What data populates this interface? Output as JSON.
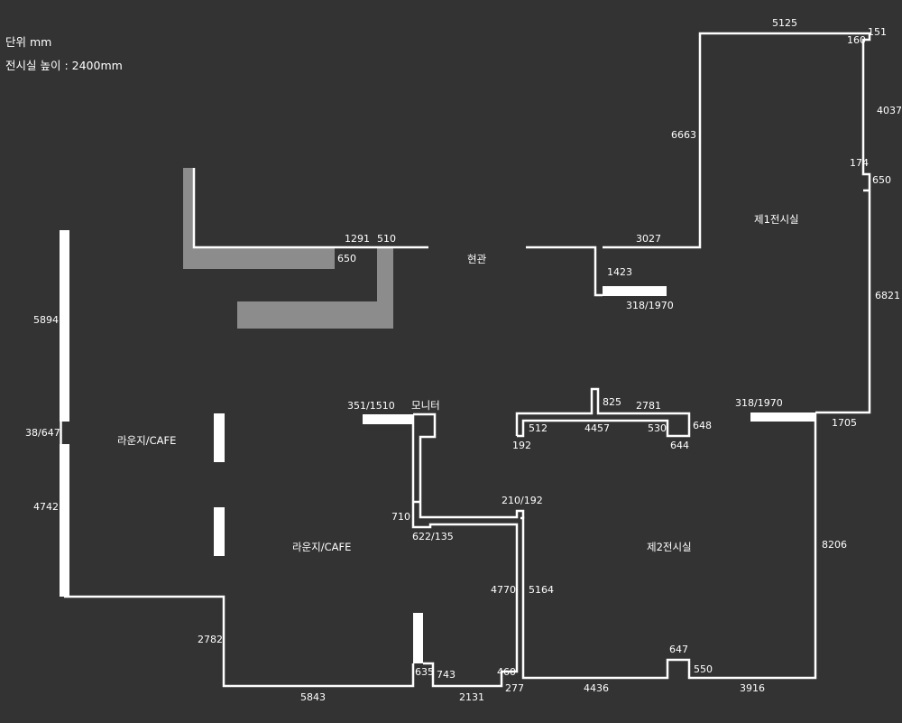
{
  "header": {
    "unit": "단위 mm",
    "height": "전시실 높이 : 2400mm"
  },
  "rooms": {
    "gallery1": "제1전시실",
    "gallery2": "제2전시실",
    "lounge_left": "라운지/CAFE",
    "lounge_center": "라운지/CAFE",
    "entrance": "현관",
    "monitor": "모니터"
  },
  "dims": {
    "d5125": "5125",
    "d151": "151",
    "d160": "160",
    "d4037": "4037",
    "d6663": "6663",
    "d174": "174",
    "d650_right": "650",
    "d6821": "6821",
    "d1291": "1291",
    "d510": "510",
    "d3027": "3027",
    "d650_gray": "650",
    "d1423": "1423",
    "d318_1970_top": "318/1970",
    "d318_1970_right": "318/1970",
    "d1705": "1705",
    "d5894": "5894",
    "d38_647": "38/647",
    "d4742": "4742",
    "d351_1510": "351/1510",
    "d825": "825",
    "d2781": "2781",
    "d512": "512",
    "d4457": "4457",
    "d530": "530",
    "d648": "648",
    "d192": "192",
    "d644": "644",
    "d210_192": "210/192",
    "d710": "710",
    "d622_135": "622/135",
    "d4770": "4770",
    "d5164": "5164",
    "d8206": "8206",
    "d2782": "2782",
    "d5843": "5843",
    "d635": "635",
    "d743": "743",
    "d460": "460",
    "d2131": "2131",
    "d277": "277",
    "d647": "647",
    "d550": "550",
    "d4436": "4436",
    "d3916": "3916"
  }
}
